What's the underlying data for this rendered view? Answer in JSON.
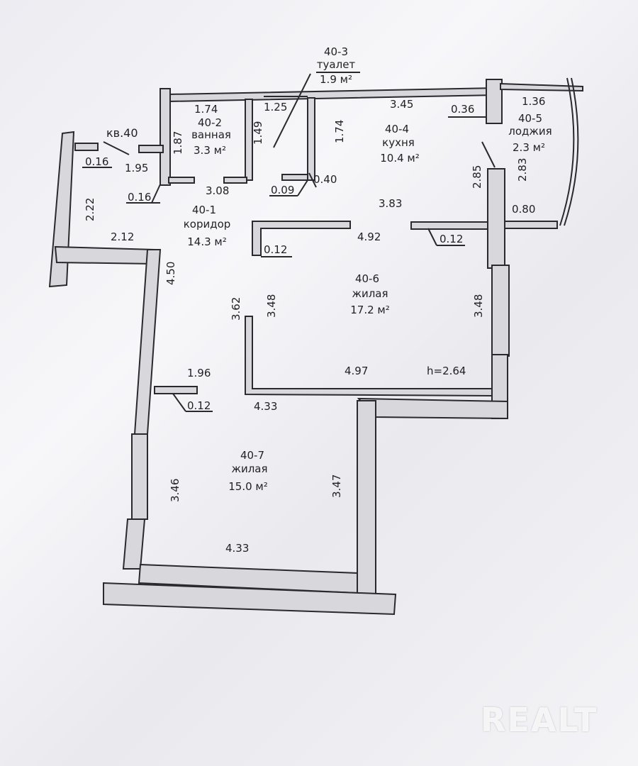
{
  "flat_label": "кв.40",
  "rooms": [
    {
      "id": "40-1",
      "name": "коридор",
      "area": "14.3 м²"
    },
    {
      "id": "40-2",
      "name": "ванная",
      "area": "3.3 м²"
    },
    {
      "id": "40-3",
      "name": "туалет",
      "area": "1.9 м²"
    },
    {
      "id": "40-4",
      "name": "кухня",
      "area": "10.4 м²"
    },
    {
      "id": "40-5",
      "name": "лоджия",
      "area": "2.3 м²"
    },
    {
      "id": "40-6",
      "name": "жилая",
      "area": "17.2 м²"
    },
    {
      "id": "40-7",
      "name": "жилая",
      "area": "15.0 м²"
    }
  ],
  "ceiling_height": "h=2.64",
  "dimensions": {
    "bath_w": "1.74",
    "bath_h": "1.87",
    "wc_w": "1.25",
    "wc_h": "1.49",
    "wc_h2": "1.74",
    "kitchen_w": "3.45",
    "kitchen_gap": "0.36",
    "loggia_w": "1.36",
    "loggia_h": "2.83",
    "kitchen_h": "2.85",
    "loggia_d": "0.80",
    "entry_016a": "0.16",
    "entry_195": "1.95",
    "entry_016b": "0.16",
    "corr_308": "3.08",
    "wc_009": "0.09",
    "wc_040": "0.40",
    "corr_383": "3.83",
    "side_222": "2.22",
    "side_212": "2.12",
    "corr_450": "4.50",
    "wall_012a": "0.12",
    "corr_492": "4.92",
    "wall_012b": "0.12",
    "corr_362": "3.62",
    "corr_348": "3.48",
    "liv_348": "3.48",
    "corr_196": "1.96",
    "liv_497": "4.97",
    "wall_012c": "0.12",
    "liv_433": "4.33",
    "b_346": "3.46",
    "b_347": "3.47",
    "b_433": "4.33"
  },
  "watermark": "REALT"
}
